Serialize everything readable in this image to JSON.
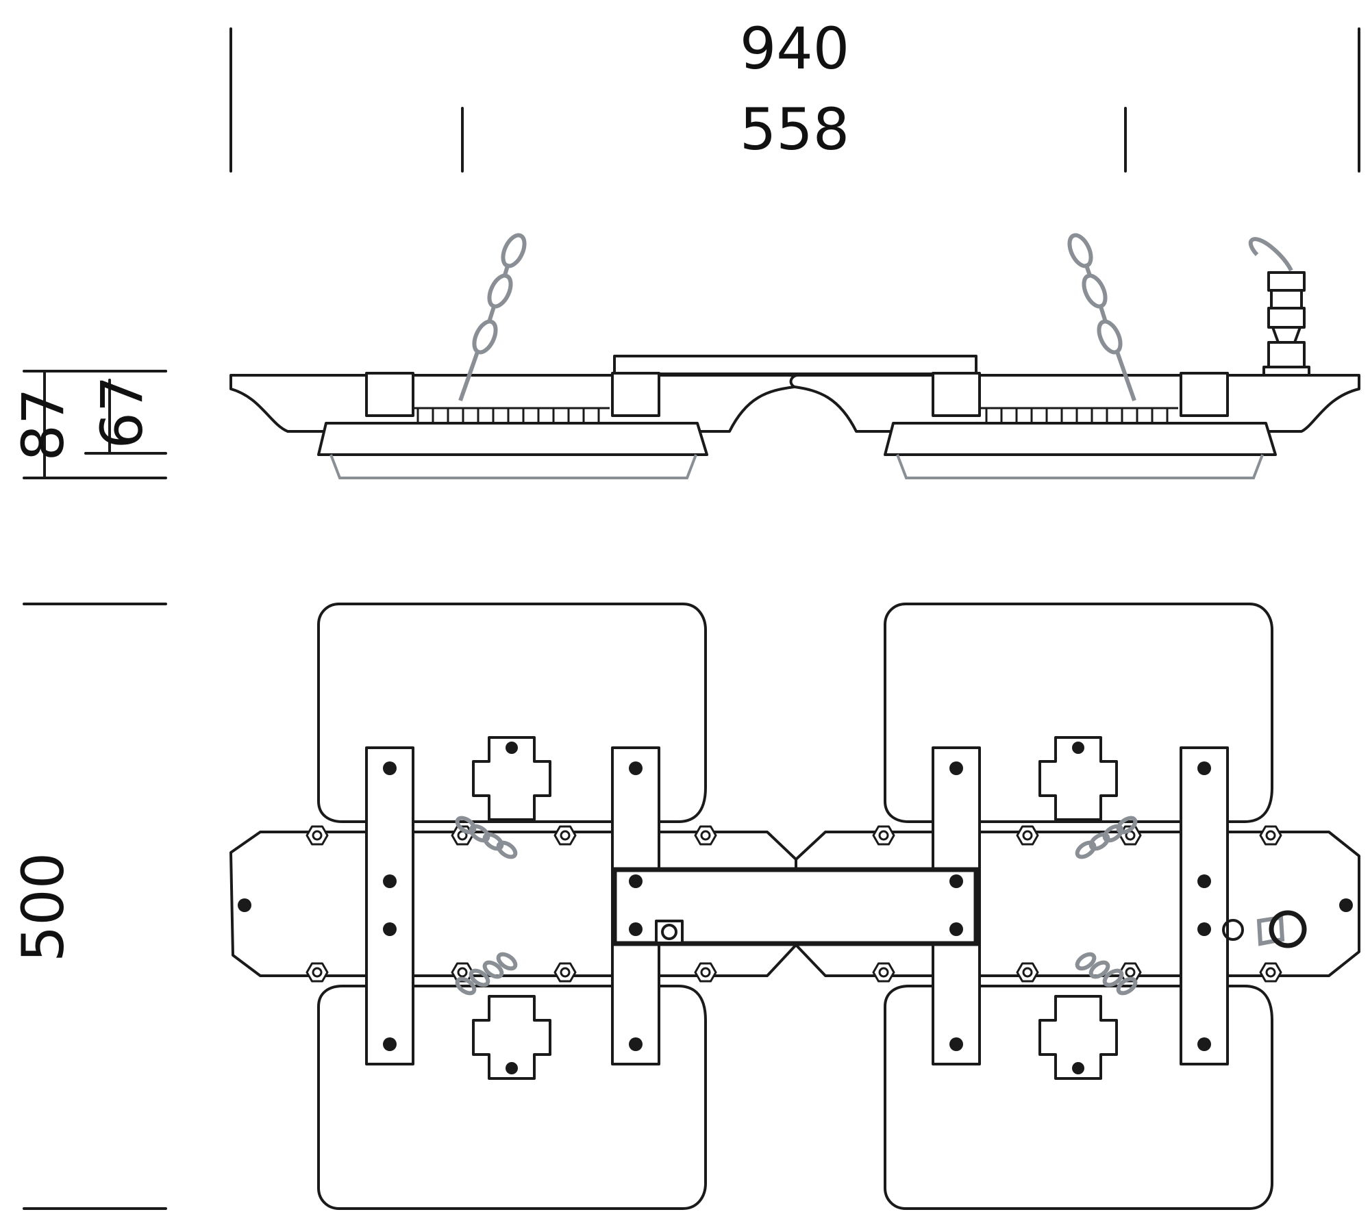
{
  "dimensions": {
    "overall_width": "940",
    "center_spacing": "558",
    "total_height": "87",
    "body_height": "67",
    "depth": "500"
  },
  "colors": {
    "ink": "#1a1a1a",
    "grey": "#8a8f95",
    "background": "#ffffff"
  }
}
